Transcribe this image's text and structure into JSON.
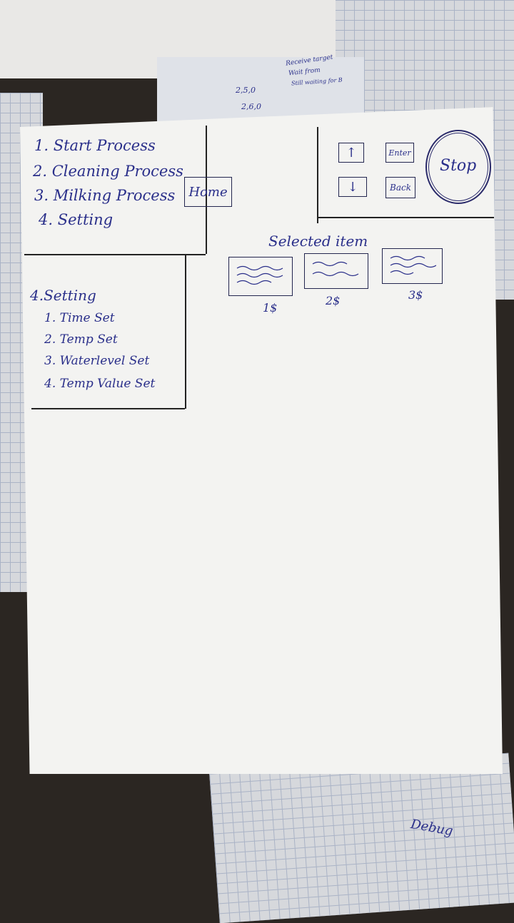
{
  "menu": {
    "items": [
      "1. Start Process",
      "2. Cleaning Process",
      "3. Milking Process",
      "4. Setting"
    ]
  },
  "home_button": "Home",
  "keys": {
    "up": "↑",
    "down": "↓",
    "enter": "Enter",
    "back": "Back",
    "stop": "Stop"
  },
  "selected": {
    "title": "Selected item",
    "items": [
      "1$",
      "2$",
      "3$"
    ]
  },
  "settings": {
    "title": "4.Setting",
    "items": [
      "1. Time Set",
      "2. Temp Set",
      "3. Waterlevel Set",
      "4. Temp Value Set"
    ]
  },
  "background_notes": {
    "notes": [
      "2,5,0",
      "2,6,0",
      "Receive target",
      "Wait from",
      "Still waiting for B",
      "Debug"
    ]
  }
}
